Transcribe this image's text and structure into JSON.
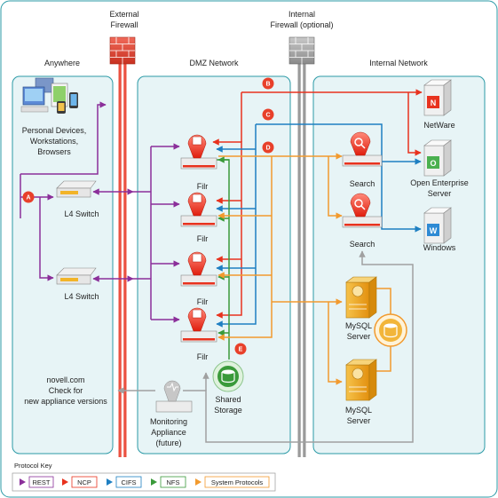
{
  "zones": {
    "anywhere": "Anywhere",
    "dmz": "DMZ Network",
    "internal": "Internal Network"
  },
  "firewalls": {
    "external": [
      "External",
      "Firewall"
    ],
    "internal": [
      "Internal",
      "Firewall (optional)"
    ]
  },
  "clients": [
    "Personal Devices,",
    "Workstations,",
    "Browsers"
  ],
  "switches": [
    "L4 Switch",
    "L4 Switch"
  ],
  "filr_nodes": [
    "Filr",
    "Filr",
    "Filr",
    "Filr"
  ],
  "shared_storage": [
    "Shared",
    "Storage"
  ],
  "monitoring": [
    "Monitoring",
    "Appliance",
    "(future)"
  ],
  "novell": [
    "novell.com",
    "Check for",
    "new appliance versions"
  ],
  "search_nodes": [
    "Search",
    "Search"
  ],
  "mysql_nodes": [
    [
      "MySQL",
      "Server"
    ],
    [
      "MySQL",
      "Server"
    ]
  ],
  "servers": {
    "netware": "NetWare",
    "oes": [
      "Open Enterprise",
      "Server"
    ],
    "windows": "Windows",
    "netware_letter": "N",
    "oes_letter": "O",
    "windows_letter": "W"
  },
  "badges": [
    "A",
    "B",
    "C",
    "D",
    "E"
  ],
  "protocol_key": {
    "title": "Protocol Key",
    "items": [
      "REST",
      "NCP",
      "CIFS",
      "NFS",
      "System Protocols"
    ]
  },
  "colors": {
    "rest": "#8b2f9a",
    "ncp": "#e8321e",
    "cifs": "#1e7fc2",
    "nfs": "#3a9a3a",
    "system": "#f29a2e",
    "zone_border": "#2b9aa6",
    "zone_fill": "#e7f4f6",
    "badge": "#e8402a",
    "gray_line": "#a0a0a0"
  }
}
